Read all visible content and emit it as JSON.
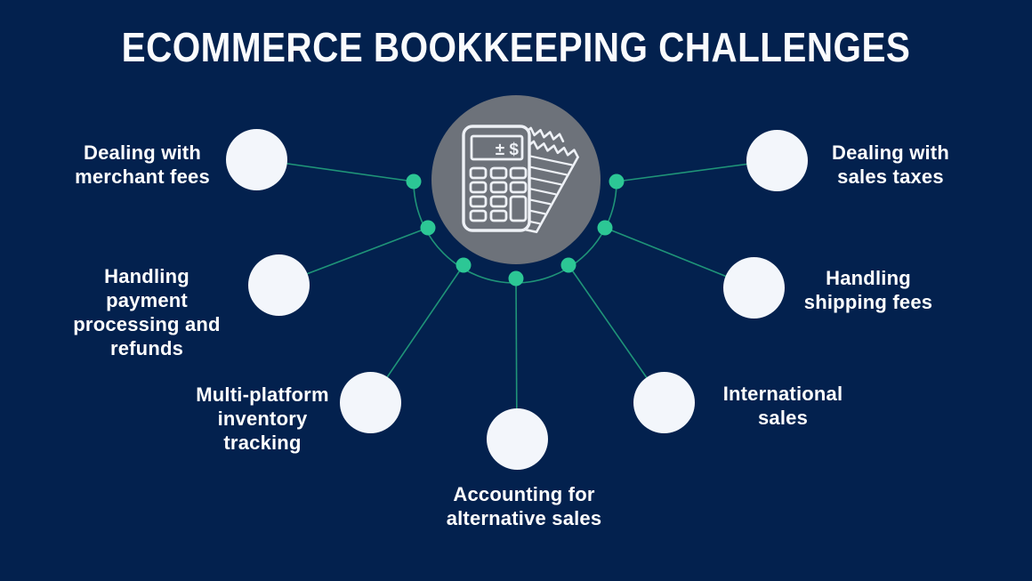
{
  "title": "ECOMMERCE BOOKKEEPING CHALLENGES",
  "center": {
    "icon": "calculator-receipt-icon",
    "display_text": "± $"
  },
  "colors": {
    "background": "#03214e",
    "accent_dot": "#2cc795",
    "connector_line": "#1f9478",
    "center_circle": "#6d727a",
    "node_circle": "#f3f6fb",
    "text": "#ffffff"
  },
  "nodes": [
    {
      "label": "Dealing with\nmerchant fees"
    },
    {
      "label": "Handling\npayment\nprocessing and\nrefunds"
    },
    {
      "label": "Multi-platform\ninventory\ntracking"
    },
    {
      "label": "Accounting for\nalternative sales"
    },
    {
      "label": "International\nsales"
    },
    {
      "label": "Handling\nshipping fees"
    },
    {
      "label": "Dealing with\nsales taxes"
    }
  ]
}
